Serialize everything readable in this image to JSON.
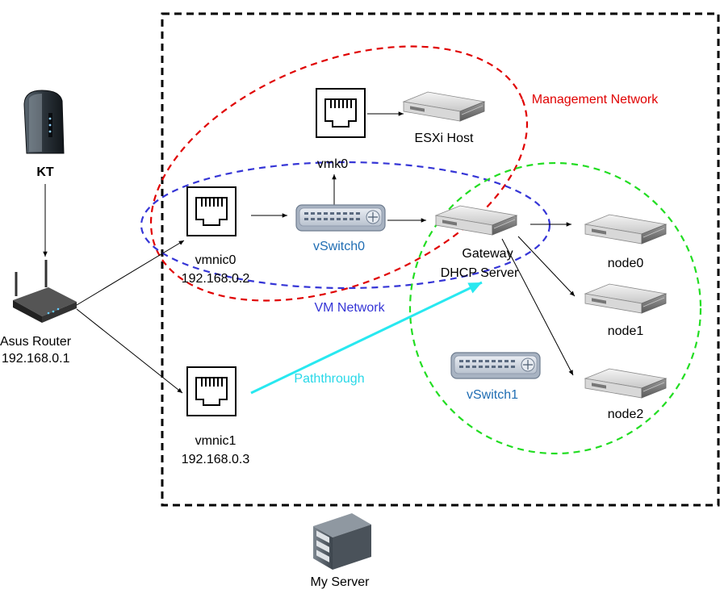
{
  "labels": {
    "kt": "KT",
    "router_name": "Asus Router",
    "router_ip": "192.168.0.1",
    "vmnic0_name": "vmnic0",
    "vmnic0_ip": "192.168.0.2",
    "vmnic1_name": "vmnic1",
    "vmnic1_ip": "192.168.0.3",
    "vmk0": "vmk0",
    "esxi_host": "ESXi Host",
    "vswitch0": "vSwitch0",
    "vswitch1": "vSwitch1",
    "gateway_line1": "Gateway",
    "gateway_line2": "DHCP Server",
    "node0": "node0",
    "node1": "node1",
    "node2": "node2",
    "management_network": "Management Network",
    "vm_network": "VM Network",
    "paththrough": "Paththrough",
    "my_server": "My Server"
  },
  "colors": {
    "management": "#e00000",
    "vm_network": "#3535d6",
    "node_network": "#22dd22",
    "paththrough": "#28e8f0",
    "vswitch_label": "#1f6db3",
    "server_box": "#000000"
  },
  "icons": {
    "modem": "modem-icon",
    "router": "wireless-router-icon",
    "nic": "ethernet-port-icon",
    "switch": "switch-icon",
    "server": "rack-server-icon",
    "tower": "server-tower-icon"
  }
}
